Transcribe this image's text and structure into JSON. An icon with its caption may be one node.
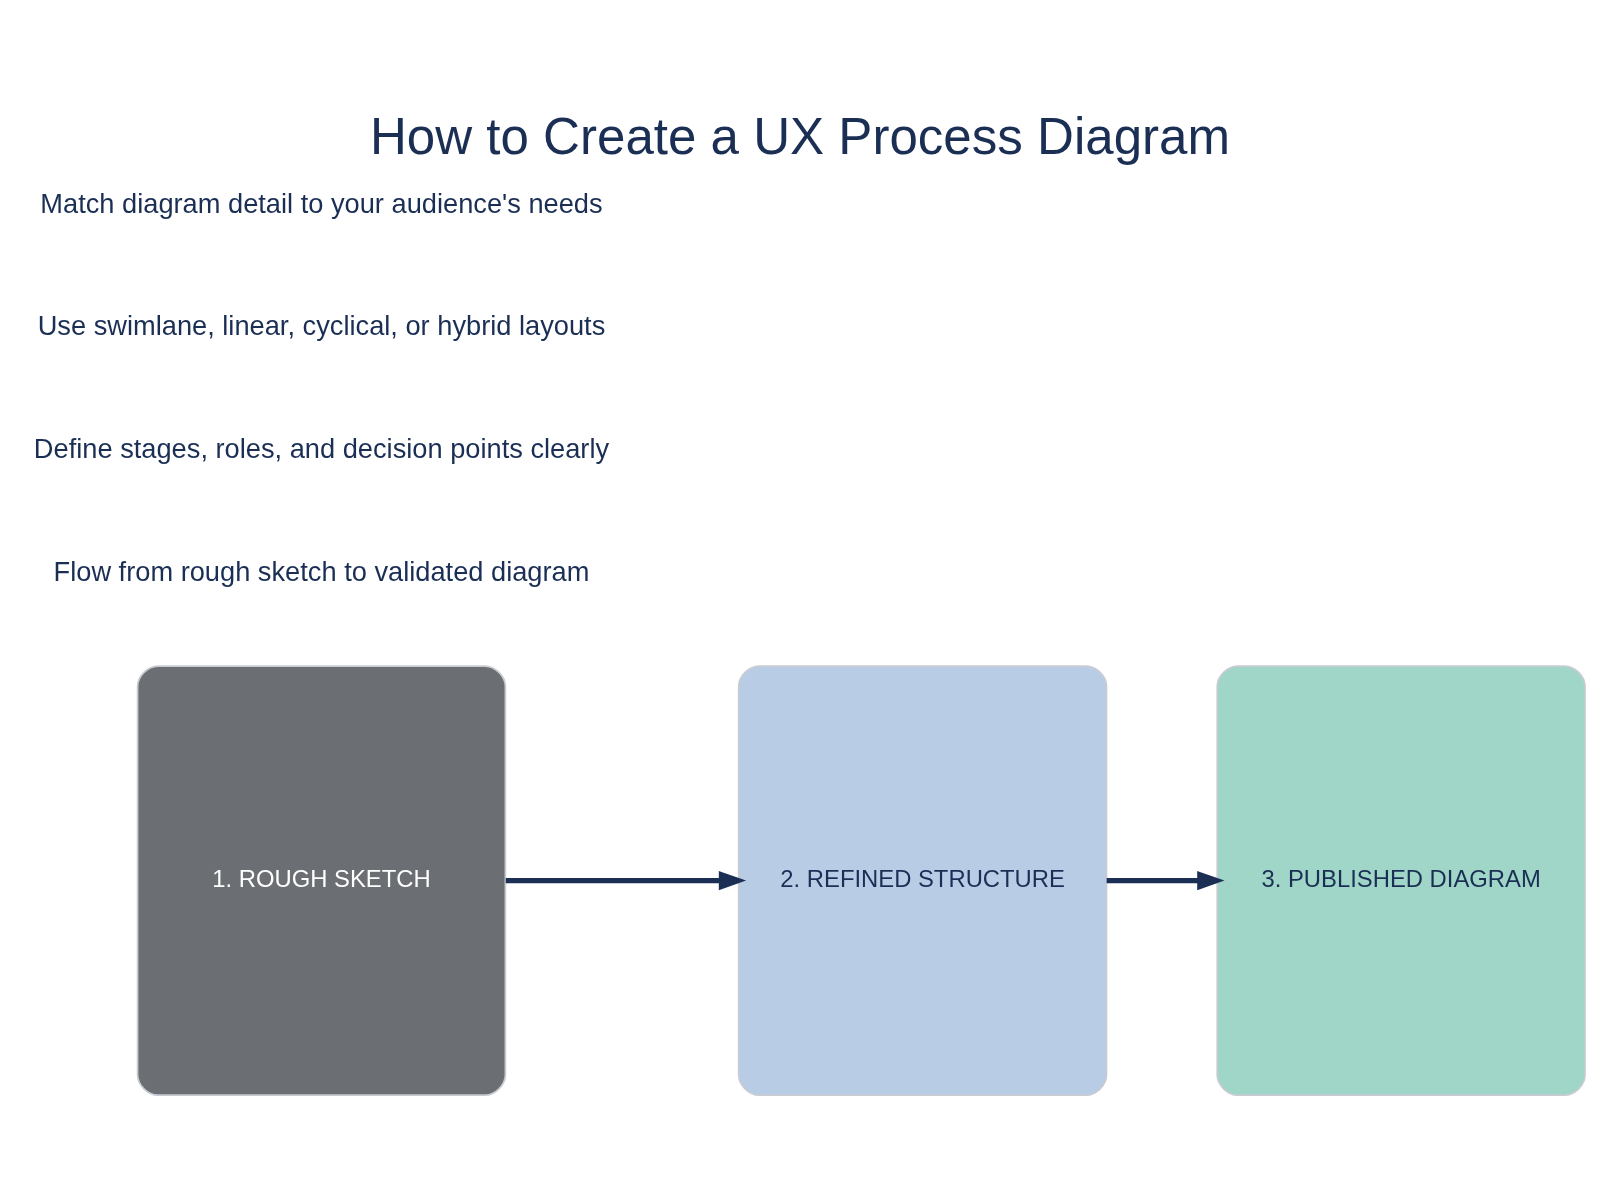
{
  "diagram": {
    "title": "How to Create a UX Process Diagram",
    "nodes": [
      {
        "text": [
          "1. ROUGH SKETCH"
        ]
      },
      {
        "text": [
          "2. REFINED STRUCTURE"
        ]
      },
      {
        "text": [
          "3. PUBLISHED DIAGRAM"
        ]
      }
    ],
    "edges": [
      {
        "from": 0,
        "to": 1,
        "arrow": "to"
      },
      {
        "from": 1,
        "to": 2,
        "arrow": "to"
      }
    ],
    "labels": [
      "Match diagram detail to your audience's needs",
      "Use swimlane, linear, cyclical, or hybrid layouts",
      "Define stages, roles, and decision points clearly",
      "Flow from rough sketch to validated diagram"
    ]
  }
}
